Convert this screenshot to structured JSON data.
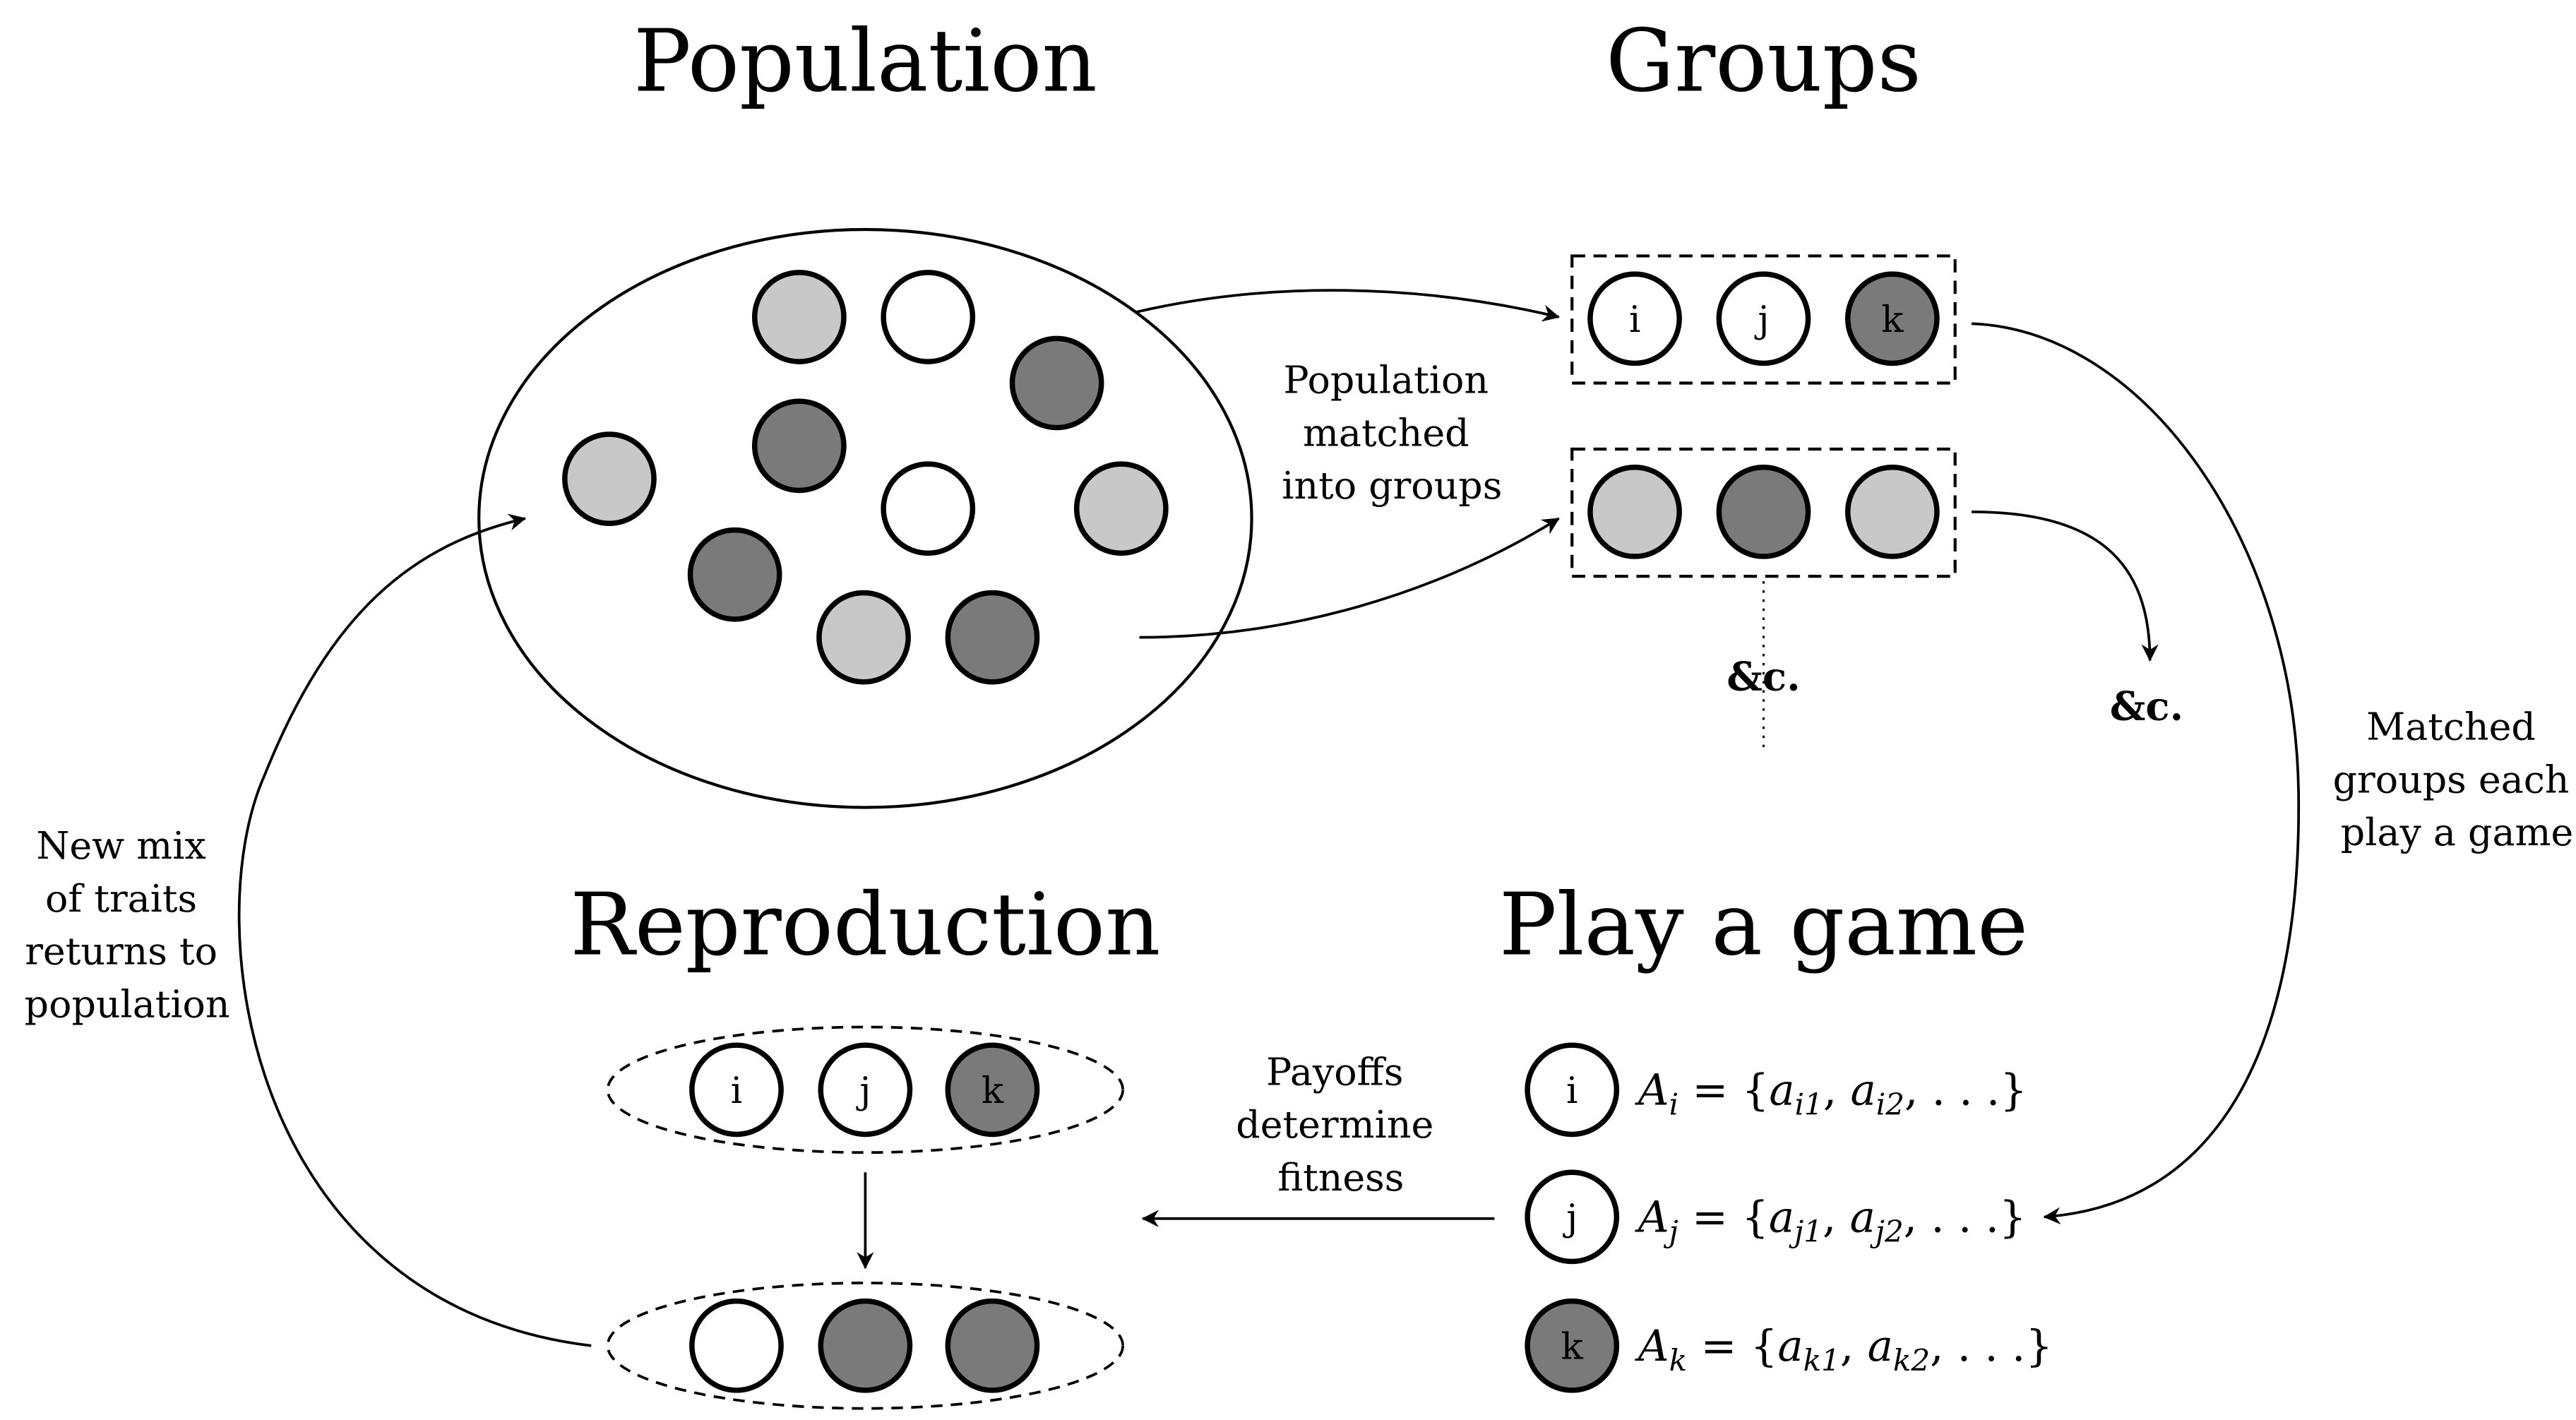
{
  "colors": {
    "dark": "#7a7a7a",
    "light": "#c8c8c8",
    "white": "#ffffff",
    "ink": "#000000"
  },
  "titles": {
    "population": "Population",
    "groups": "Groups",
    "reproduction": "Reproduction",
    "play": "Play a game"
  },
  "captions": {
    "matched": [
      "Population",
      "matched",
      "into groups"
    ],
    "play_each": [
      "Matched",
      "groups each",
      "play a game"
    ],
    "new_mix": [
      "New mix",
      "of traits",
      "returns to",
      "population"
    ],
    "payoffs": [
      "Payoffs",
      "determine",
      "fitness"
    ]
  },
  "etc_label": "&c.",
  "individuals": {
    "i": "i",
    "j": "j",
    "k": "k"
  },
  "population_shades": [
    "light",
    "white",
    "dark",
    "dark",
    "light",
    "white",
    "light",
    "dark",
    "light",
    "dark"
  ],
  "groups": [
    {
      "members": [
        {
          "label": "i",
          "shade": "white"
        },
        {
          "label": "j",
          "shade": "white"
        },
        {
          "label": "k",
          "shade": "dark"
        }
      ]
    },
    {
      "members": [
        {
          "label": "",
          "shade": "light"
        },
        {
          "label": "",
          "shade": "dark"
        },
        {
          "label": "",
          "shade": "light"
        }
      ]
    }
  ],
  "strategies": [
    {
      "player": "i",
      "shade": "white",
      "set_name": "A",
      "sub": "i",
      "elem1": "a",
      "elem1_sub": "i1",
      "elem2": "a",
      "elem2_sub": "i2"
    },
    {
      "player": "j",
      "shade": "white",
      "set_name": "A",
      "sub": "j",
      "elem1": "a",
      "elem1_sub": "j1",
      "elem2": "a",
      "elem2_sub": "j2"
    },
    {
      "player": "k",
      "shade": "dark",
      "set_name": "A",
      "sub": "k",
      "elem1": "a",
      "elem1_sub": "k1",
      "elem2": "a",
      "elem2_sub": "k2"
    }
  ],
  "reproduction": {
    "parents": [
      {
        "label": "i",
        "shade": "white"
      },
      {
        "label": "j",
        "shade": "white"
      },
      {
        "label": "k",
        "shade": "dark"
      }
    ],
    "offspring": [
      {
        "label": "",
        "shade": "white"
      },
      {
        "label": "",
        "shade": "dark"
      },
      {
        "label": "",
        "shade": "dark"
      }
    ]
  }
}
